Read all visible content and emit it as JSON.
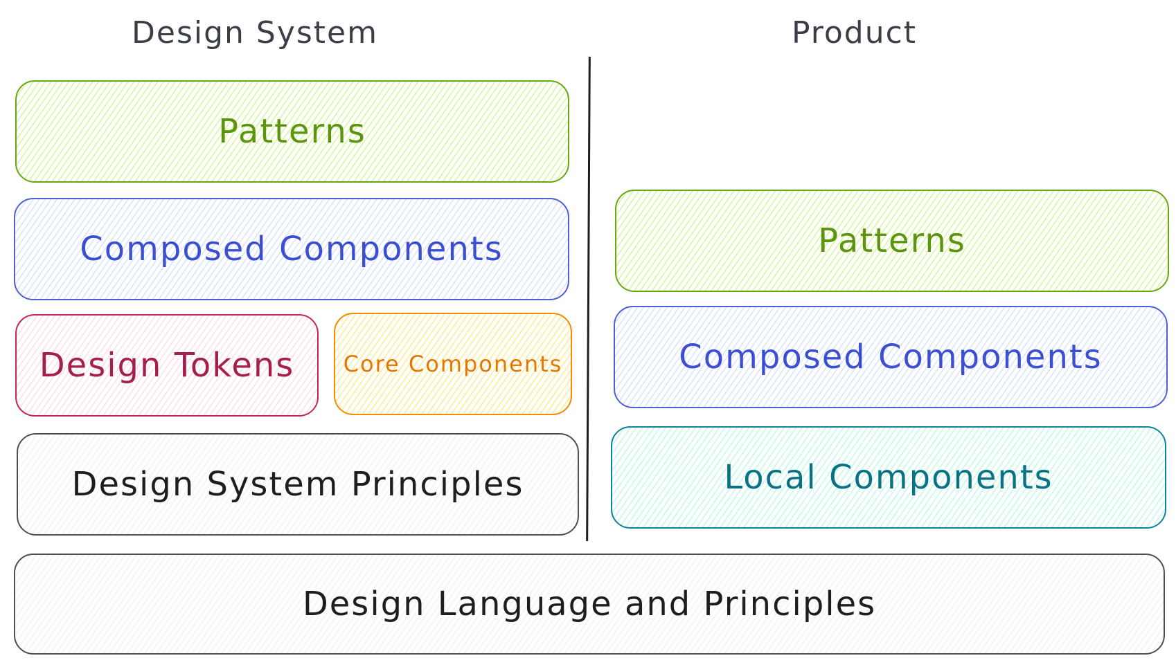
{
  "headings": {
    "design_system": "Design System",
    "product": "Product"
  },
  "design_system": {
    "patterns": "Patterns",
    "composed_components": "Composed Components",
    "design_tokens": "Design Tokens",
    "core_components": "Core Components",
    "principles": "Design System Principles"
  },
  "product": {
    "patterns": "Patterns",
    "composed_components": "Composed Components",
    "local_components": "Local Components"
  },
  "foundation": {
    "label": "Design Language and Principles"
  },
  "colors": {
    "green_stroke": "#66a80f",
    "green_text": "#5c940d",
    "green_fill": "#d8f5a2",
    "blue_stroke": "#4c5fd5",
    "blue_text": "#3b4fd0",
    "blue_fill": "#dbe4ff",
    "red_stroke": "#c2255c",
    "red_text": "#a61e4d",
    "red_fill": "#ffdeeb",
    "orange_stroke": "#f08c00",
    "orange_text": "#e67700",
    "orange_fill": "#ffec99",
    "teal_stroke": "#0c8599",
    "teal_text": "#0b7285",
    "teal_fill": "#c3fae8",
    "gray_stroke": "#495057",
    "gray_text": "#1e1e1e",
    "gray_fill": "#f1f3f5"
  }
}
